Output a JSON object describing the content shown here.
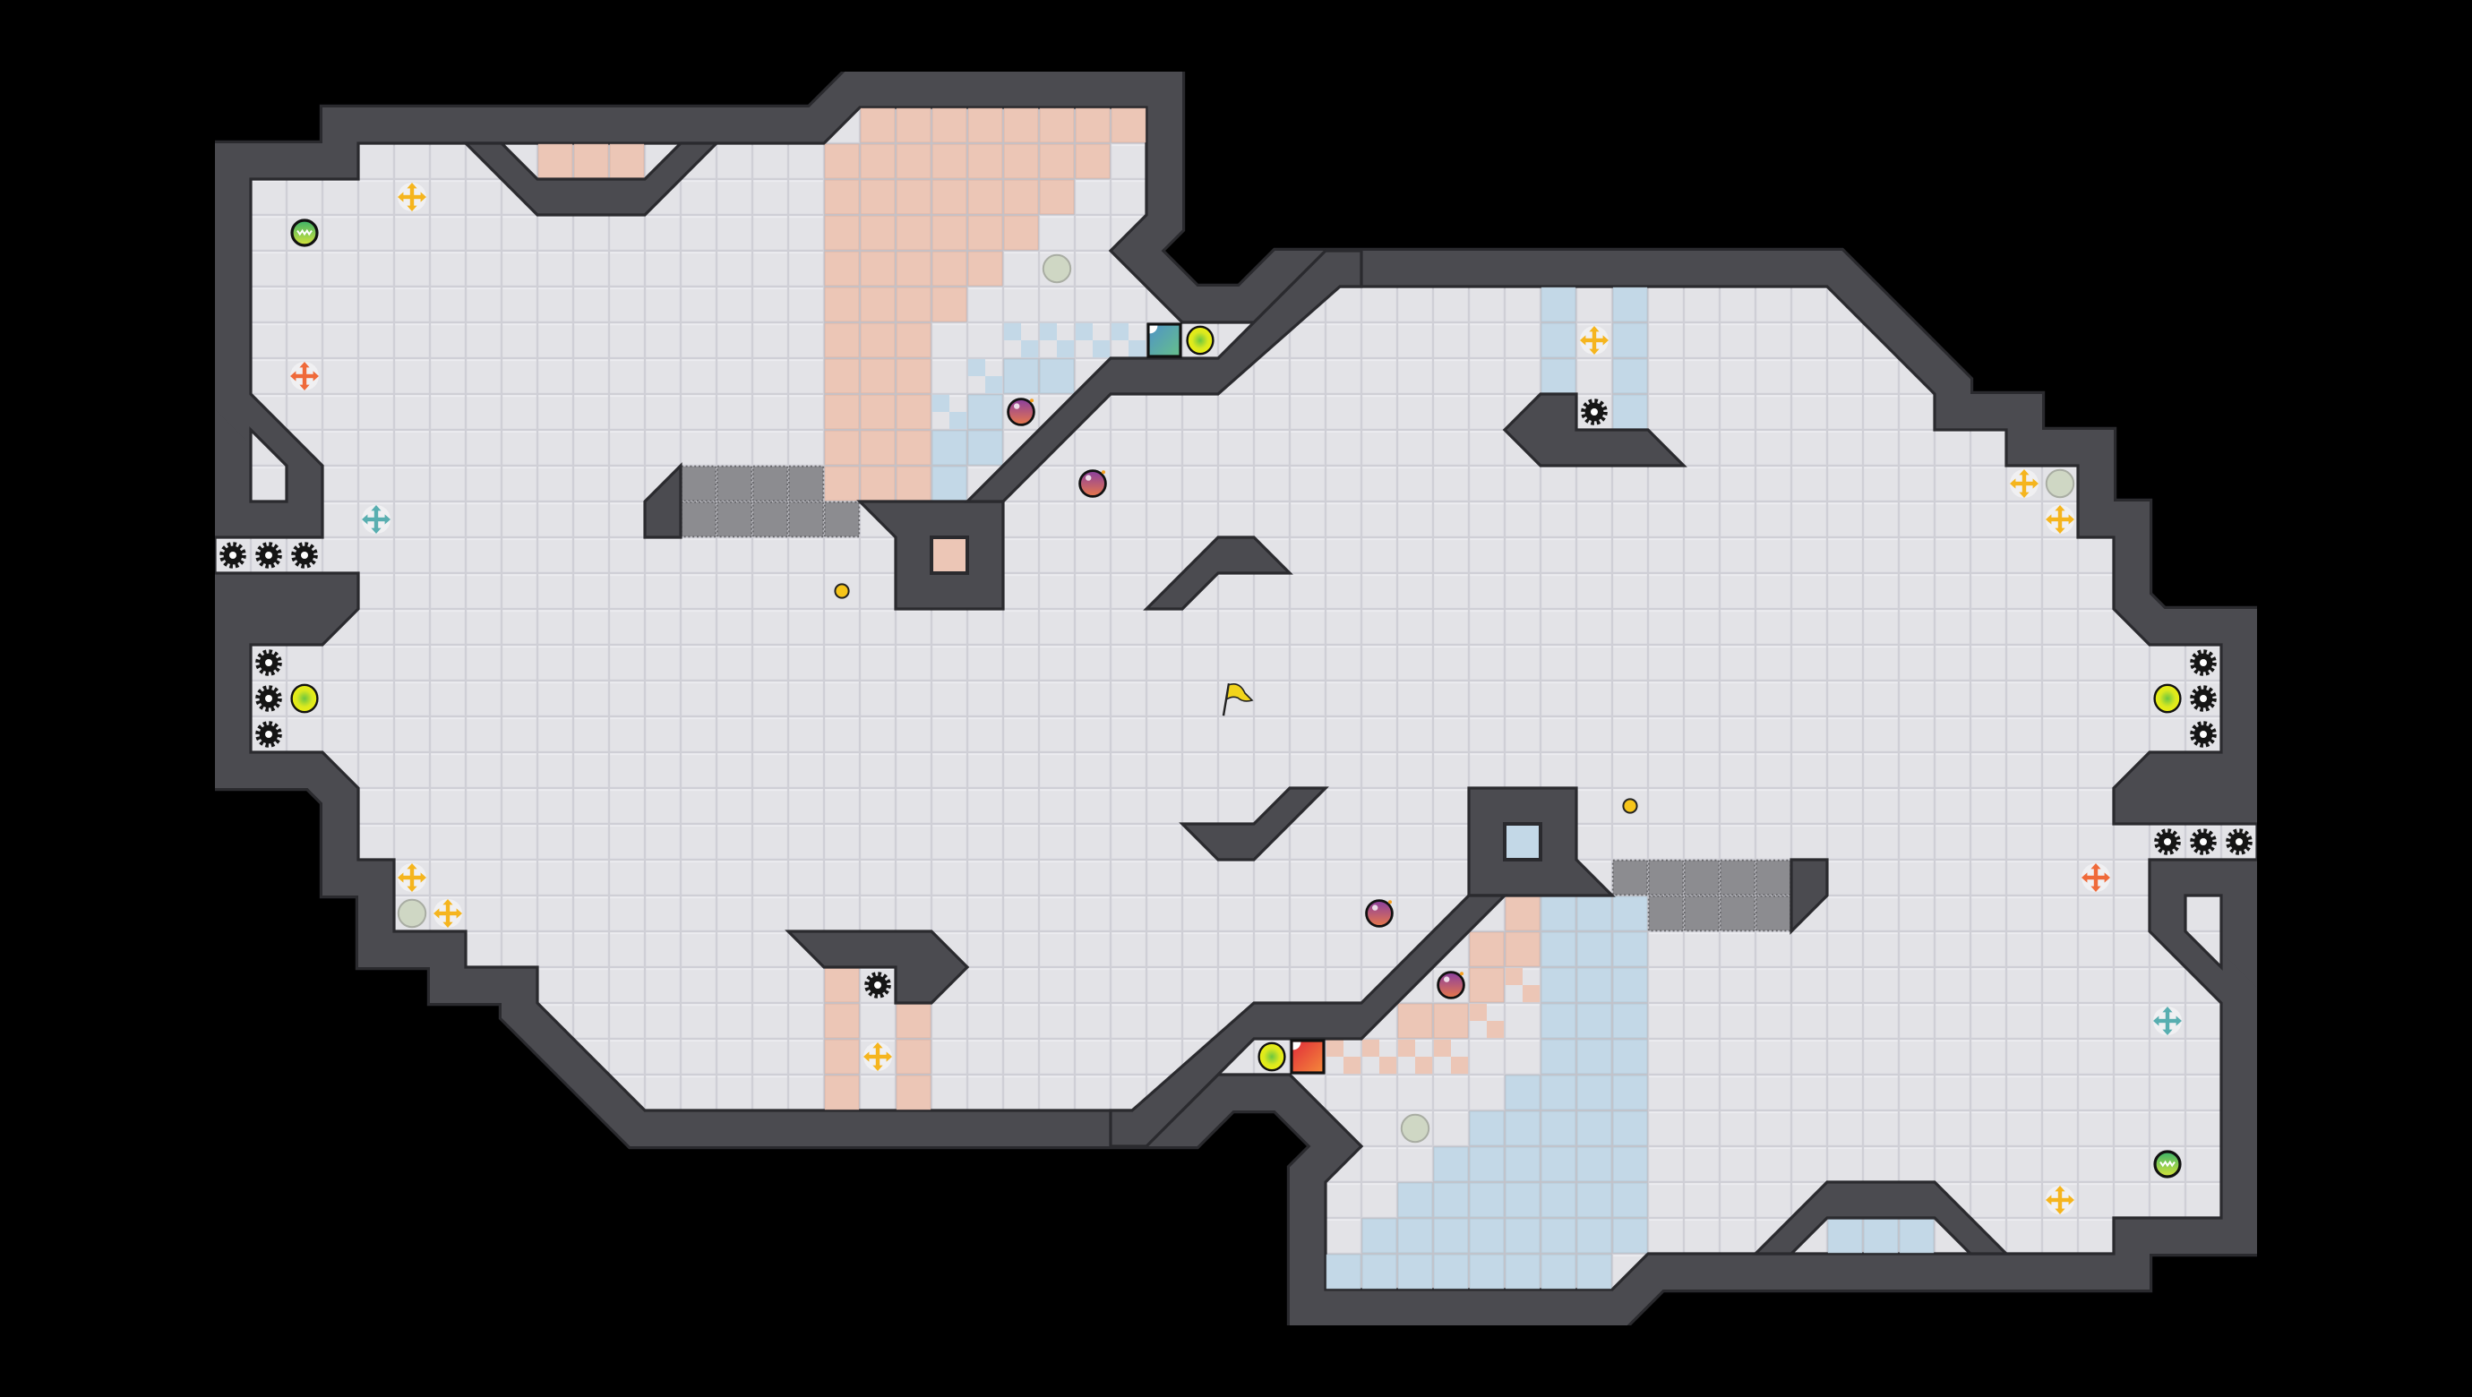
{
  "screen": {
    "type": "game-level-map",
    "view": "top-down",
    "symmetry": "rotational-180"
  },
  "colors": {
    "background": "#000000",
    "floor": "#e3e3e7",
    "floor_highlight": "#ececf0",
    "grid_line": "#cfcfd6",
    "wall": "#4b4b50",
    "wall_edge": "#2a2a2e",
    "team_pink": "#ecc6b6",
    "team_blue": "#c3d8e7",
    "grate": "#8c8c90",
    "cross_yellow": "#f5b51e",
    "cross_orange": "#ef6a3a",
    "cross_teal": "#58aeb0",
    "gear": "#151515",
    "coin": "#f6c51a",
    "gray_disc": "#cfd7c4"
  },
  "icons": {
    "gear": "gear-icon",
    "move_cross": "move-cross-icon",
    "yellow_ball": "yellow-ball-icon",
    "boost_ball": "boost-ball-icon",
    "bomb": "bomb-icon",
    "coin": "coin-icon",
    "gray_disc": "gray-disc-icon",
    "team_block_blue": "blue-team-block-icon",
    "team_block_red": "red-team-block-icon",
    "flag": "flag-icon"
  }
}
